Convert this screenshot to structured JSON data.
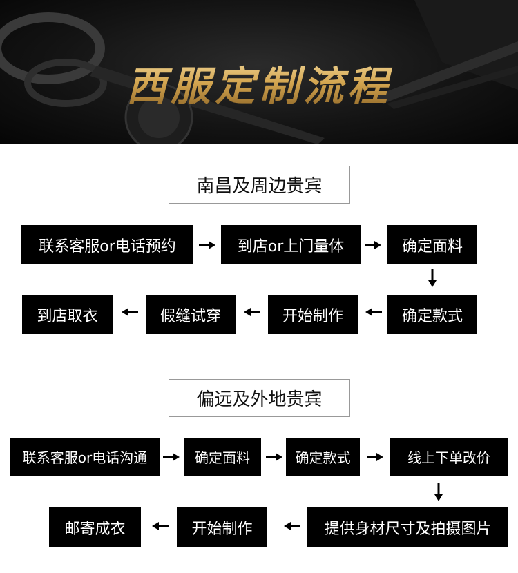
{
  "banner": {
    "title": "西服定制流程"
  },
  "sections": [
    {
      "title": "南昌及周边贵宾",
      "steps": [
        "联系客服or电话预约",
        "到店or上门量体",
        "确定面料",
        "确定款式",
        "开始制作",
        "假缝试穿",
        "到店取衣"
      ]
    },
    {
      "title": "偏远及外地贵宾",
      "steps": [
        "联系客服or电话沟通",
        "确定面料",
        "确定款式",
        "线上下单改价",
        "提供身材尺寸及拍摄图片",
        "开始制作",
        "邮寄成衣"
      ]
    }
  ],
  "colors": {
    "step_bg": "#000000",
    "step_text": "#ffffff",
    "title_border": "#999999",
    "gold": "#d9b46a"
  }
}
